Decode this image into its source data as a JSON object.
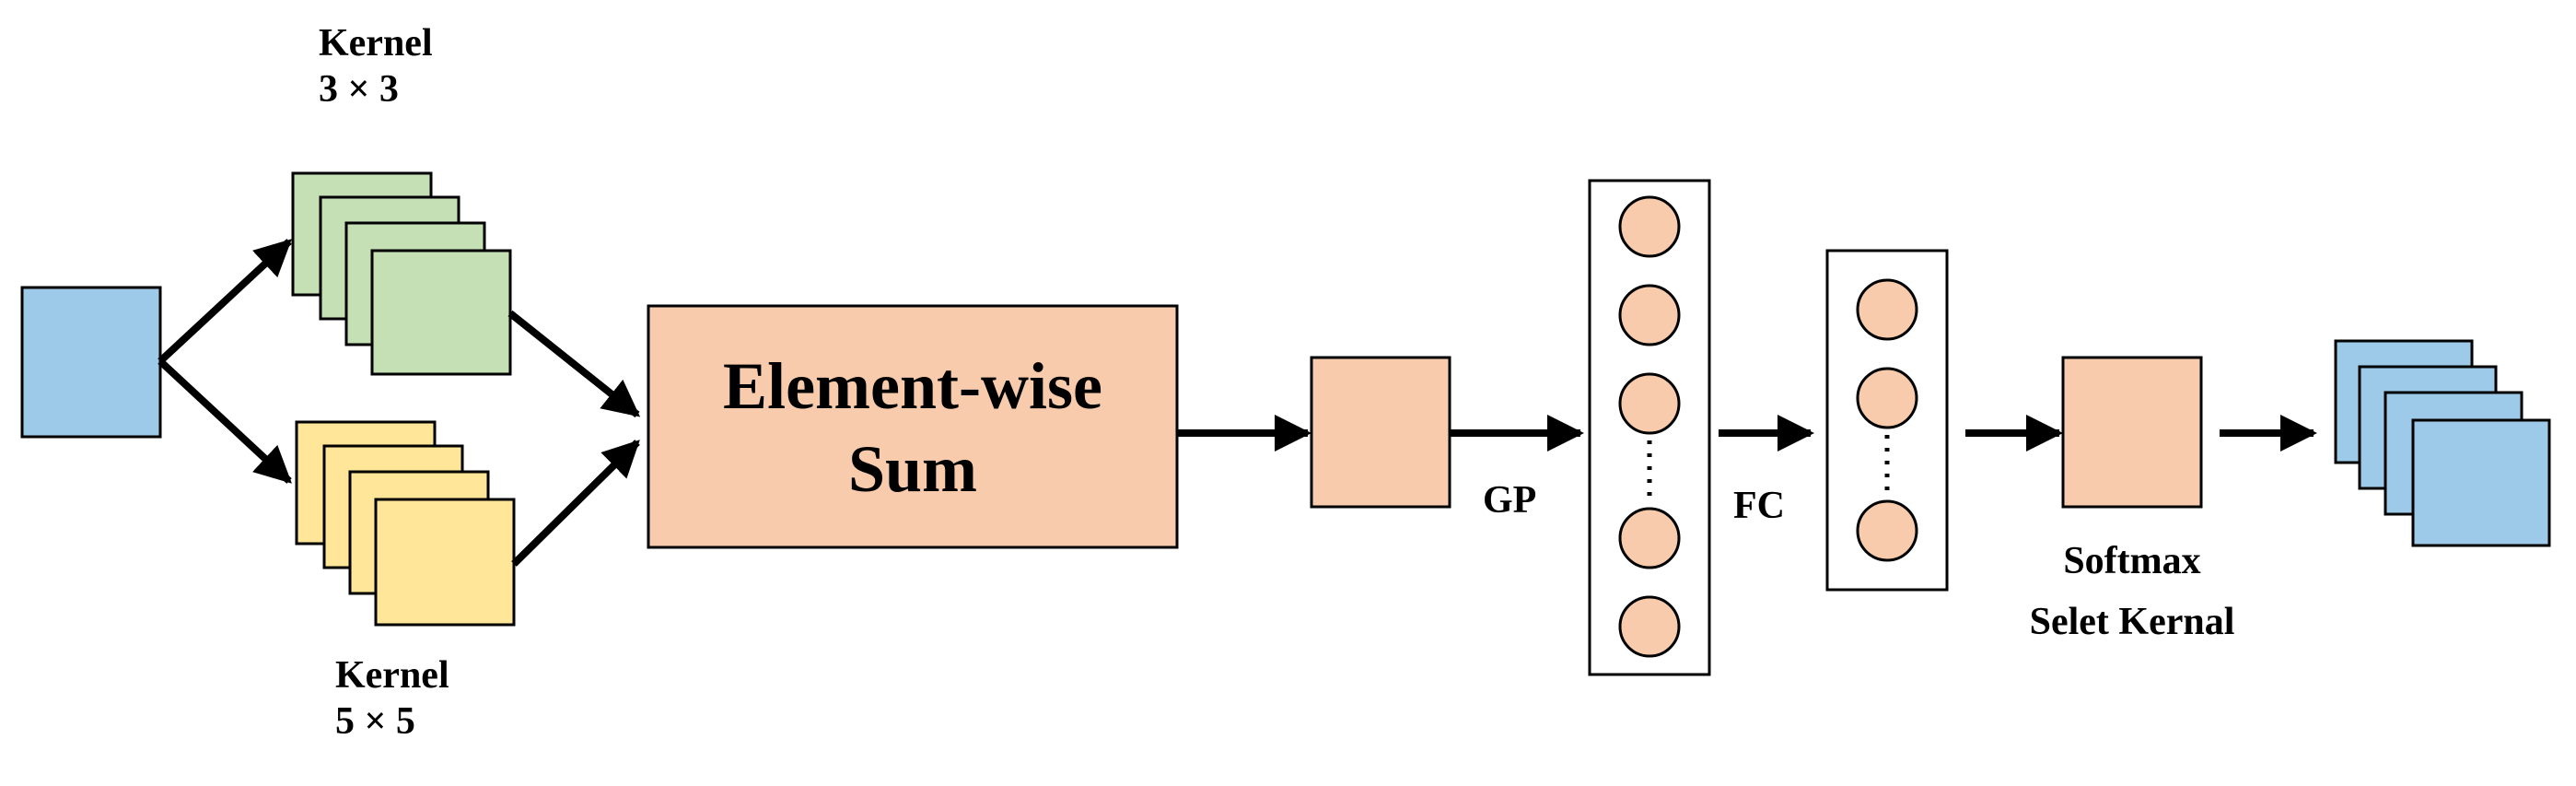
{
  "labels": {
    "kernel_top_name": "Kernel",
    "kernel_top_size": "3 × 3",
    "kernel_bottom_name": "Kernel",
    "kernel_bottom_size": "5 × 5",
    "element_wise_line1": "Element-wise",
    "element_wise_line2": "Sum",
    "gp": "GP",
    "fc": "FC",
    "softmax_line1": "Softmax",
    "softmax_line2": "Selet Kernal"
  },
  "colors": {
    "blue": "#9ecae9",
    "green": "#c5e0b4",
    "yellow": "#ffe699",
    "salmon": "#f8cbad",
    "stroke": "#000000"
  }
}
